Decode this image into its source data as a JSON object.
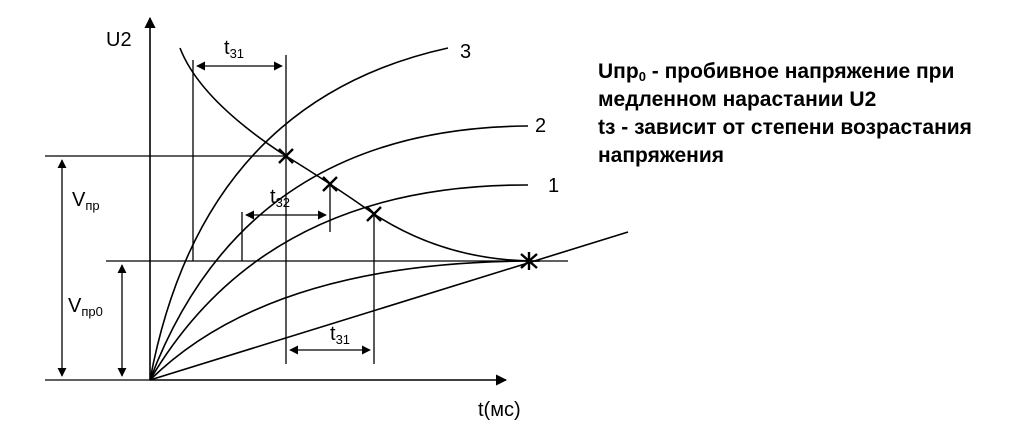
{
  "axes": {
    "y_label": "U2",
    "x_label": "t(мс)"
  },
  "curve_labels": [
    "3",
    "2",
    "1"
  ],
  "levels": {
    "v_pr_main": "V",
    "v_pr_sub": "пр",
    "v_pr0_main": "V",
    "v_pr0_sub": "пр0"
  },
  "intervals": {
    "t31_top_main": "t",
    "t31_top_sub": "31",
    "t32_main": "t",
    "t32_sub": "32",
    "t31_bottom_main": "t",
    "t31_bottom_sub": "31"
  },
  "notes": {
    "line1_prefix": "Uпр",
    "line1_sub": "0",
    "line1_rest": " - пробивное напряжение при",
    "line2": "медленном нарастании U2",
    "line3": "tз - зависит от степени возрастания",
    "line4": "напряжения"
  }
}
